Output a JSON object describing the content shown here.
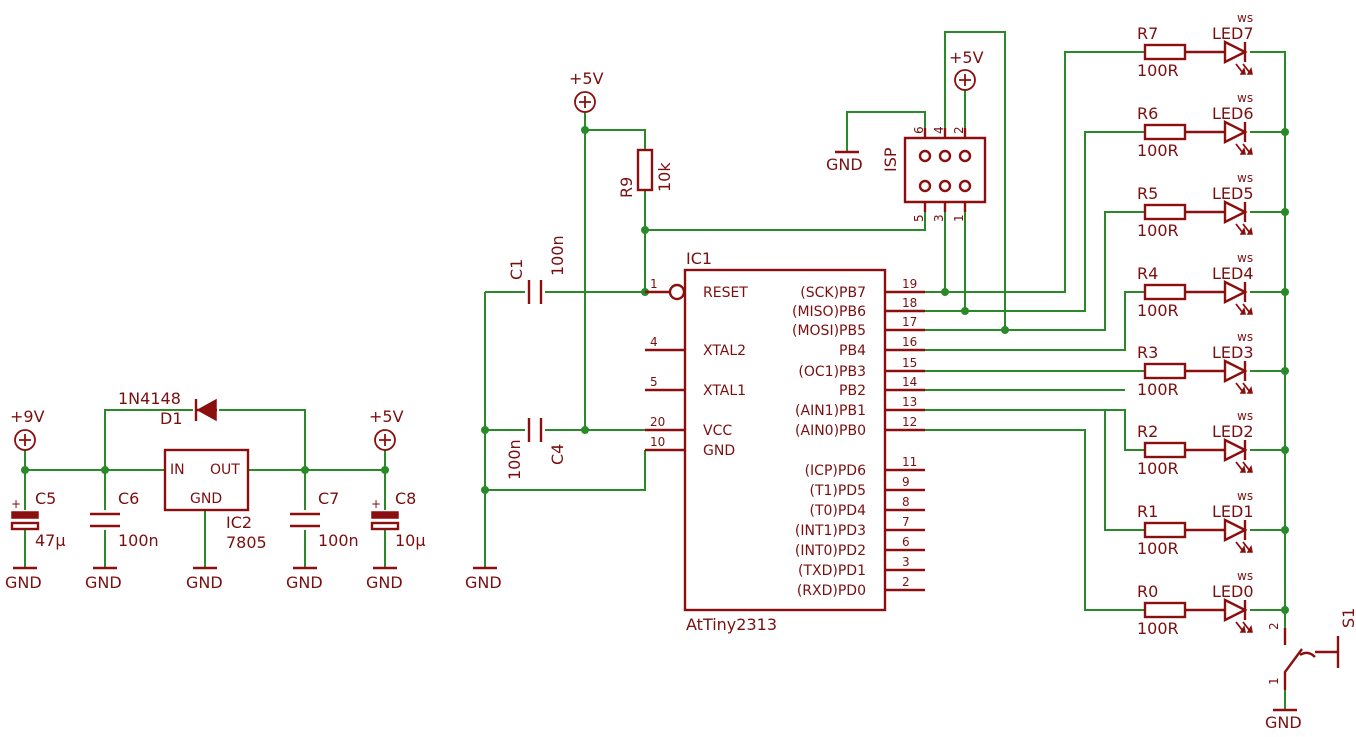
{
  "colors": {
    "wire": "#2a8a2a",
    "symbol": "#8b0f0f",
    "text": "#7a0f0f",
    "background": "#ffffff"
  },
  "supply": {
    "plus9v": "+9V",
    "plus5v": "+5V",
    "gnd": "GND"
  },
  "regulator": {
    "ref": "IC2",
    "value": "7805",
    "pin_in": "IN",
    "pin_out": "OUT",
    "pin_gnd": "GND",
    "diode_ref": "D1",
    "diode_value": "1N4148"
  },
  "capacitors": {
    "c5": {
      "ref": "C5",
      "value": "47µ",
      "polar_mark": "+"
    },
    "c6": {
      "ref": "C6",
      "value": "100n"
    },
    "c7": {
      "ref": "C7",
      "value": "100n"
    },
    "c8": {
      "ref": "C8",
      "value": "10µ",
      "polar_mark": "+"
    },
    "c1": {
      "ref": "C1",
      "value": "100n"
    },
    "c4": {
      "ref": "C4",
      "value": "100n"
    }
  },
  "r9": {
    "ref": "R9",
    "value": "10k"
  },
  "mcu": {
    "ref": "IC1",
    "part": "AtTiny2313",
    "left_pins": [
      {
        "name": "RESET",
        "num": "1"
      },
      {
        "name": "XTAL2",
        "num": "4"
      },
      {
        "name": "XTAL1",
        "num": "5"
      },
      {
        "name": "VCC",
        "num": "20"
      },
      {
        "name": "GND",
        "num": "10"
      }
    ],
    "right_pins": [
      {
        "name": "(SCK)PB7",
        "num": "19"
      },
      {
        "name": "(MISO)PB6",
        "num": "18"
      },
      {
        "name": "(MOSI)PB5",
        "num": "17"
      },
      {
        "name": "PB4",
        "num": "16"
      },
      {
        "name": "(OC1)PB3",
        "num": "15"
      },
      {
        "name": "PB2",
        "num": "14"
      },
      {
        "name": "(AIN1)PB1",
        "num": "13"
      },
      {
        "name": "(AIN0)PB0",
        "num": "12"
      },
      {
        "name": "(ICP)PD6",
        "num": "11"
      },
      {
        "name": "(T1)PD5",
        "num": "9"
      },
      {
        "name": "(T0)PD4",
        "num": "8"
      },
      {
        "name": "(INT1)PD3",
        "num": "7"
      },
      {
        "name": "(INT0)PD2",
        "num": "6"
      },
      {
        "name": "(TXD)PD1",
        "num": "3"
      },
      {
        "name": "(RXD)PD0",
        "num": "2"
      }
    ]
  },
  "isp": {
    "ref": "ISP",
    "pins": [
      "6",
      "4",
      "2",
      "5",
      "3",
      "1"
    ]
  },
  "led_rows": [
    {
      "r": "R7",
      "rv": "100R",
      "led": "LED7",
      "color": "ws"
    },
    {
      "r": "R6",
      "rv": "100R",
      "led": "LED6",
      "color": "ws"
    },
    {
      "r": "R5",
      "rv": "100R",
      "led": "LED5",
      "color": "ws"
    },
    {
      "r": "R4",
      "rv": "100R",
      "led": "LED4",
      "color": "ws"
    },
    {
      "r": "R3",
      "rv": "100R",
      "led": "LED3",
      "color": "ws"
    },
    {
      "r": "R2",
      "rv": "100R",
      "led": "LED2",
      "color": "ws"
    },
    {
      "r": "R1",
      "rv": "100R",
      "led": "LED1",
      "color": "ws"
    },
    {
      "r": "R0",
      "rv": "100R",
      "led": "LED0",
      "color": "ws"
    }
  ],
  "switch": {
    "ref": "S1",
    "pin2": "2",
    "pin1": "1"
  }
}
